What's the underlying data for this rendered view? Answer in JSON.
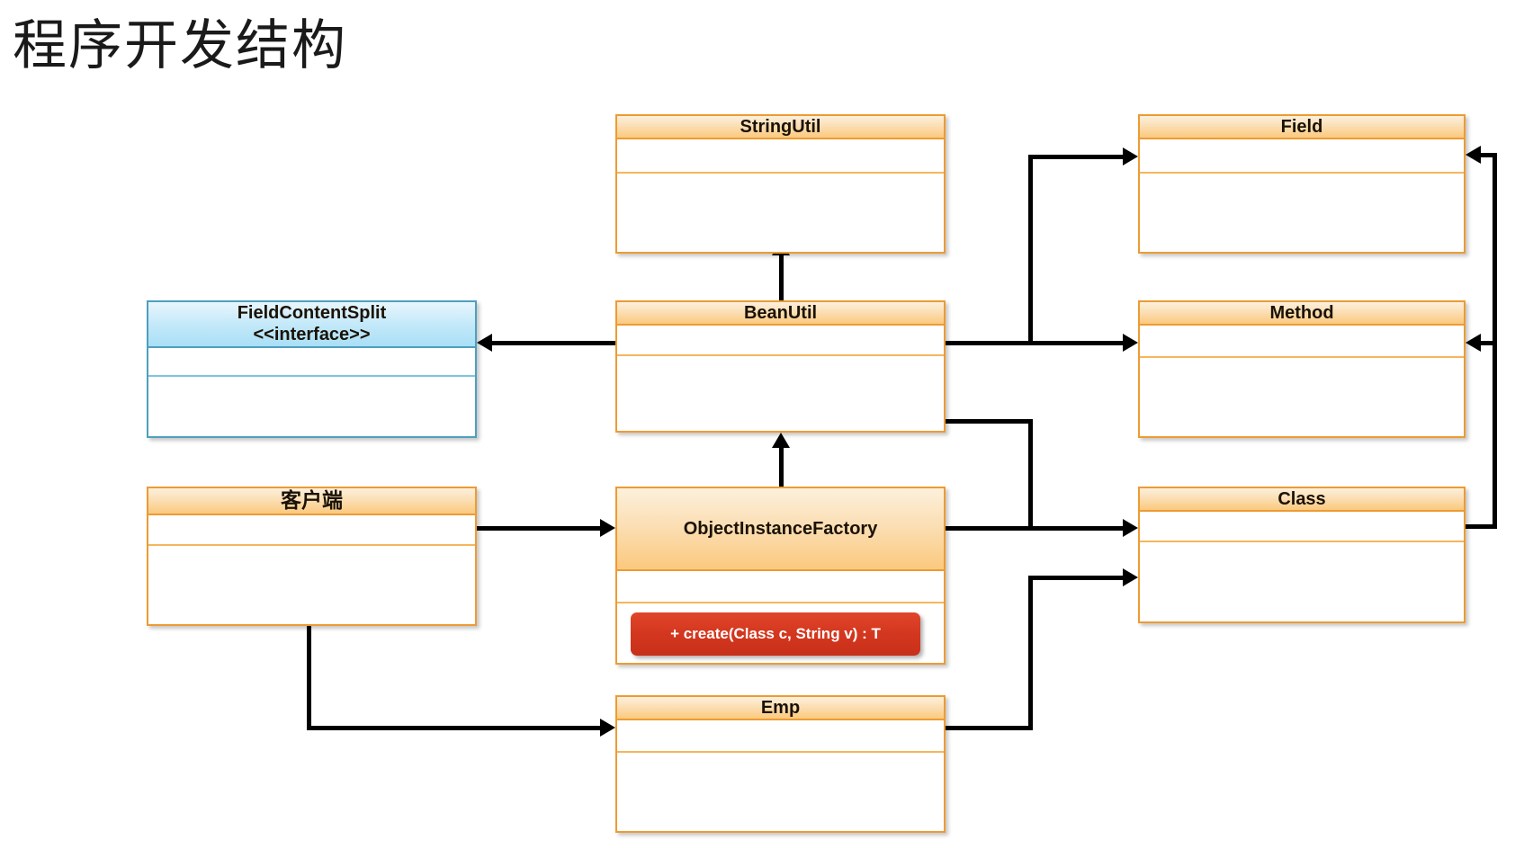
{
  "slide": {
    "title": "程序开发结构",
    "background": "#ffffff",
    "accent_orange": "#ED9B33",
    "accent_blue": "#4E9FBE",
    "accent_red": "#D4371F"
  },
  "diagram": {
    "type": "uml-class-diagram",
    "classes": [
      {
        "id": "string-util",
        "name": "StringUtil",
        "kind": "class",
        "color": "#ED9B33",
        "compartments": 2,
        "members": []
      },
      {
        "id": "field-content-split",
        "name": "FieldContentSplit",
        "stereotype": "<<interface>>",
        "kind": "interface",
        "color": "#4E9FBE",
        "compartments": 2,
        "members": []
      },
      {
        "id": "bean-util",
        "name": "BeanUtil",
        "kind": "class",
        "color": "#ED9B33",
        "compartments": 2,
        "members": []
      },
      {
        "id": "field",
        "name": "Field",
        "kind": "class",
        "color": "#ED9B33",
        "compartments": 2,
        "members": []
      },
      {
        "id": "method",
        "name": "Method",
        "kind": "class",
        "color": "#ED9B33",
        "compartments": 2,
        "members": []
      },
      {
        "id": "client",
        "name": "客户端",
        "kind": "class",
        "color": "#ED9B33",
        "compartments": 2,
        "members": []
      },
      {
        "id": "object-instance-factory",
        "name": "ObjectInstanceFactory",
        "kind": "class",
        "color": "#ED9B33",
        "compartments": 2,
        "members": [
          "+ create(Class c, String v) : T"
        ]
      },
      {
        "id": "class",
        "name": "Class",
        "kind": "class",
        "color": "#ED9B33",
        "compartments": 2,
        "members": []
      },
      {
        "id": "emp",
        "name": "Emp",
        "kind": "class",
        "color": "#ED9B33",
        "compartments": 2,
        "members": []
      }
    ],
    "highlighted_method": "+ create(Class c, String v) : T",
    "relations": [
      {
        "from": "bean-util",
        "to": "string-util",
        "direction": "up"
      },
      {
        "from": "bean-util",
        "to": "field-content-split",
        "direction": "left"
      },
      {
        "from": "bean-util",
        "to": "field",
        "direction": "right"
      },
      {
        "from": "bean-util",
        "to": "method",
        "direction": "right"
      },
      {
        "from": "bean-util",
        "to": "class",
        "direction": "right"
      },
      {
        "from": "object-instance-factory",
        "to": "bean-util",
        "direction": "up"
      },
      {
        "from": "object-instance-factory",
        "to": "class",
        "direction": "right"
      },
      {
        "from": "client",
        "to": "object-instance-factory",
        "direction": "right"
      },
      {
        "from": "client",
        "to": "emp",
        "direction": "right"
      },
      {
        "from": "emp",
        "to": "class",
        "direction": "right"
      },
      {
        "from": "class",
        "to": "field",
        "direction": "left"
      },
      {
        "from": "class",
        "to": "method",
        "direction": "left"
      }
    ]
  }
}
